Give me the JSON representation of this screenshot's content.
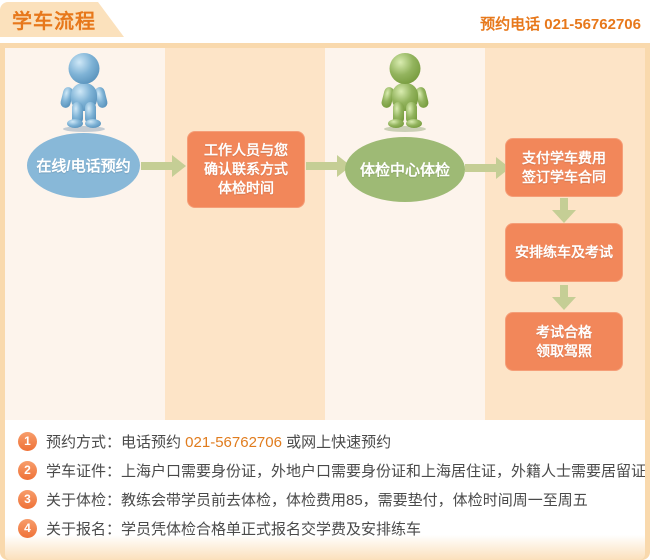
{
  "header": {
    "title": "学车流程",
    "phone": "预约电话 021-56762706"
  },
  "flow": {
    "step1": {
      "label": "在线/电话预约",
      "person_icon": "blue-person-icon"
    },
    "step2": {
      "label": "工作人员与您\n确认联系方式\n体检时间"
    },
    "step3": {
      "label": "体检中心体检",
      "person_icon": "green-person-icon"
    },
    "step4": {
      "label": "支付学车费用\n签订学车合同"
    },
    "step5": {
      "label": "安排练车及考试"
    },
    "step6": {
      "label": "考试合格\n领取驾照"
    }
  },
  "notes": {
    "items": [
      {
        "num": "1",
        "pre": "预约方式：电话预约 ",
        "phone": "021-56762706",
        "post": " 或网上快速预约"
      },
      {
        "num": "2",
        "text": "学车证件：上海户口需要身份证，外地户口需要身份证和上海居住证，外籍人士需要居留证"
      },
      {
        "num": "3",
        "text": "关于体检：教练会带学员前去体检，体检费用85，需要垫付，体检时间周一至周五"
      },
      {
        "num": "4",
        "text": "关于报名：学员凭体检合格单正式报名交学费及安排练车"
      }
    ]
  },
  "colors": {
    "accent_orange": "#e7781b",
    "box_orange": "#f2875a",
    "ellipse_blue": "#88b8d8",
    "ellipse_green": "#9eba75",
    "arrow_olive": "#c5ce95",
    "column_peach": "#fde4c7",
    "column_light": "#fdf4ec",
    "frame_peach": "#f9d9ad",
    "badge_orange": "#ef7137",
    "note_text": "#4a4a4a"
  }
}
